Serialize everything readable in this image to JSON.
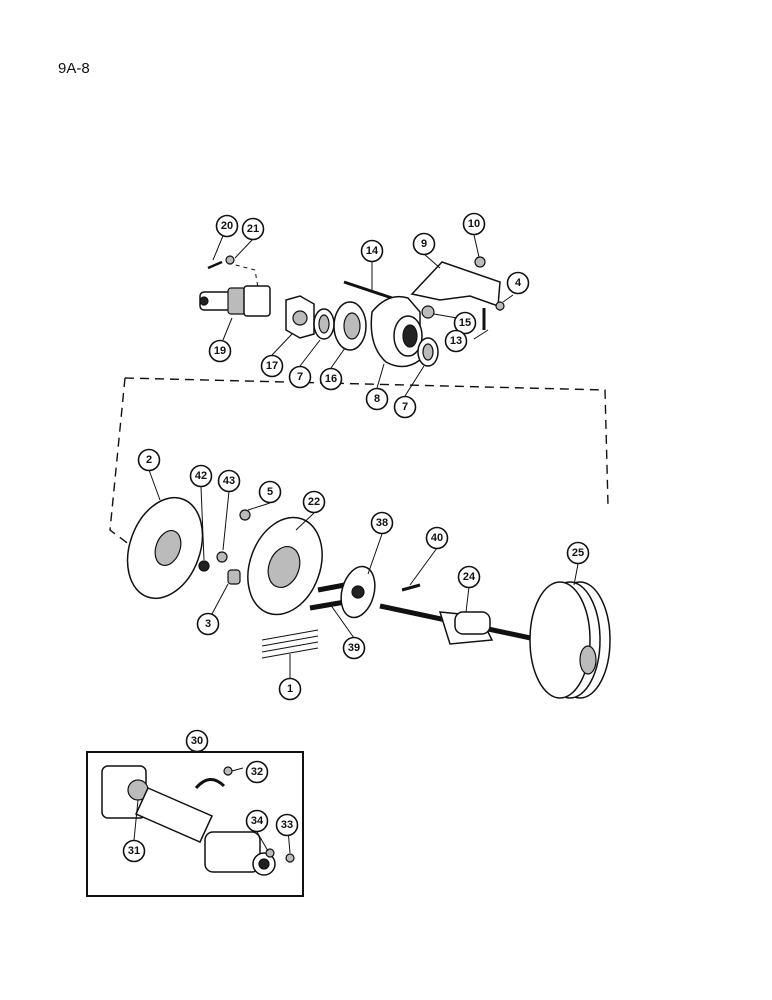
{
  "page_code": "9A-8",
  "callouts": {
    "c1": "1",
    "c2": "2",
    "c3": "3",
    "c4": "4",
    "c5": "5",
    "c7a": "7",
    "c7b": "7",
    "c8": "8",
    "c9": "9",
    "c10": "10",
    "c13": "13",
    "c14": "14",
    "c15": "15",
    "c16": "16",
    "c17": "17",
    "c19": "19",
    "c20": "20",
    "c21": "21",
    "c22": "22",
    "c24": "24",
    "c25": "25",
    "c30": "30",
    "c31": "31",
    "c32": "32",
    "c33": "33",
    "c34": "34",
    "c38": "38",
    "c39": "39",
    "c40": "40",
    "c42": "42",
    "c43": "43"
  }
}
